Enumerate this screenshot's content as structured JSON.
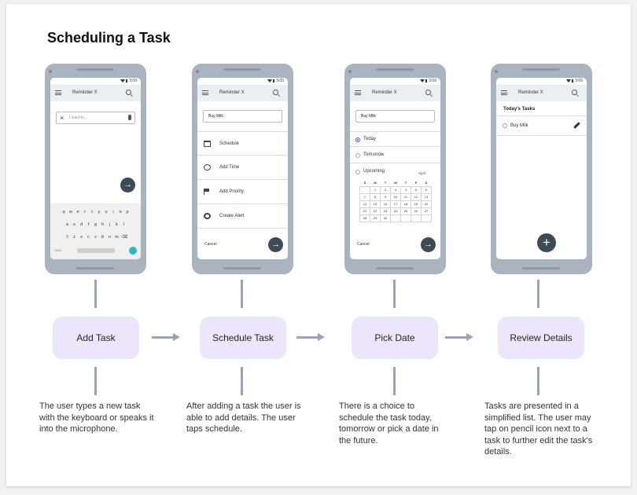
{
  "title": "Scheduling a Task",
  "status_time": "3:00",
  "app_title": "Reminder X",
  "phone1": {
    "placeholder": "I want to...",
    "keyboard_rows": [
      [
        "q",
        "w",
        "e",
        "r",
        "t",
        "y",
        "u",
        "i",
        "o",
        "p"
      ],
      [
        "a",
        "s",
        "d",
        "f",
        "g",
        "h",
        "j",
        "k",
        "l"
      ],
      [
        "z",
        "x",
        "c",
        "v",
        "b",
        "n",
        "m"
      ]
    ],
    "keyboard_mode": "?123"
  },
  "phone2": {
    "input_value": "Buy Milk",
    "options": [
      "Schedule",
      "Add Time",
      "Add Priority",
      "Create Alert"
    ],
    "cancel": "Cancel"
  },
  "phone3": {
    "input_value": "Buy Milk",
    "choices": [
      "Today",
      "Tomorrow",
      "Upcoming"
    ],
    "selected": "Today",
    "month": "April",
    "weekdays": [
      "S",
      "M",
      "T",
      "W",
      "T",
      "F",
      "S"
    ],
    "calendar_weeks": [
      [
        "",
        "1",
        "2",
        "3",
        "4",
        "5",
        "6"
      ],
      [
        "7",
        "8",
        "9",
        "10",
        "11",
        "12",
        "13"
      ],
      [
        "14",
        "15",
        "16",
        "17",
        "18",
        "19",
        "20"
      ],
      [
        "21",
        "22",
        "23",
        "24",
        "25",
        "26",
        "27"
      ],
      [
        "28",
        "29",
        "30",
        "",
        "",
        "",
        ""
      ]
    ],
    "cancel": "Cancel"
  },
  "phone4": {
    "heading": "Today's Tasks",
    "task": "Buy Milk"
  },
  "stages": [
    {
      "label": "Add Task",
      "description": "The user types a new task with the keyboard or speaks it into the microphone."
    },
    {
      "label": "Schedule Task",
      "description": "After adding a task the user is able to add details. The user taps schedule."
    },
    {
      "label": "Pick Date",
      "description": "There is a choice to schedule the task today, tomorrow or pick a date in the future."
    },
    {
      "label": "Review Details",
      "description": "Tasks are presented in a simplified list. The user may tap on pencil icon next to a task to further edit the task's details."
    }
  ],
  "colors": {
    "stage_bg": "#ede6fb",
    "connector": "#9aa5b1",
    "phone_frame": "#a9b4bf",
    "fab": "#3e4a56",
    "radio_accent": "#6b3fd8"
  }
}
